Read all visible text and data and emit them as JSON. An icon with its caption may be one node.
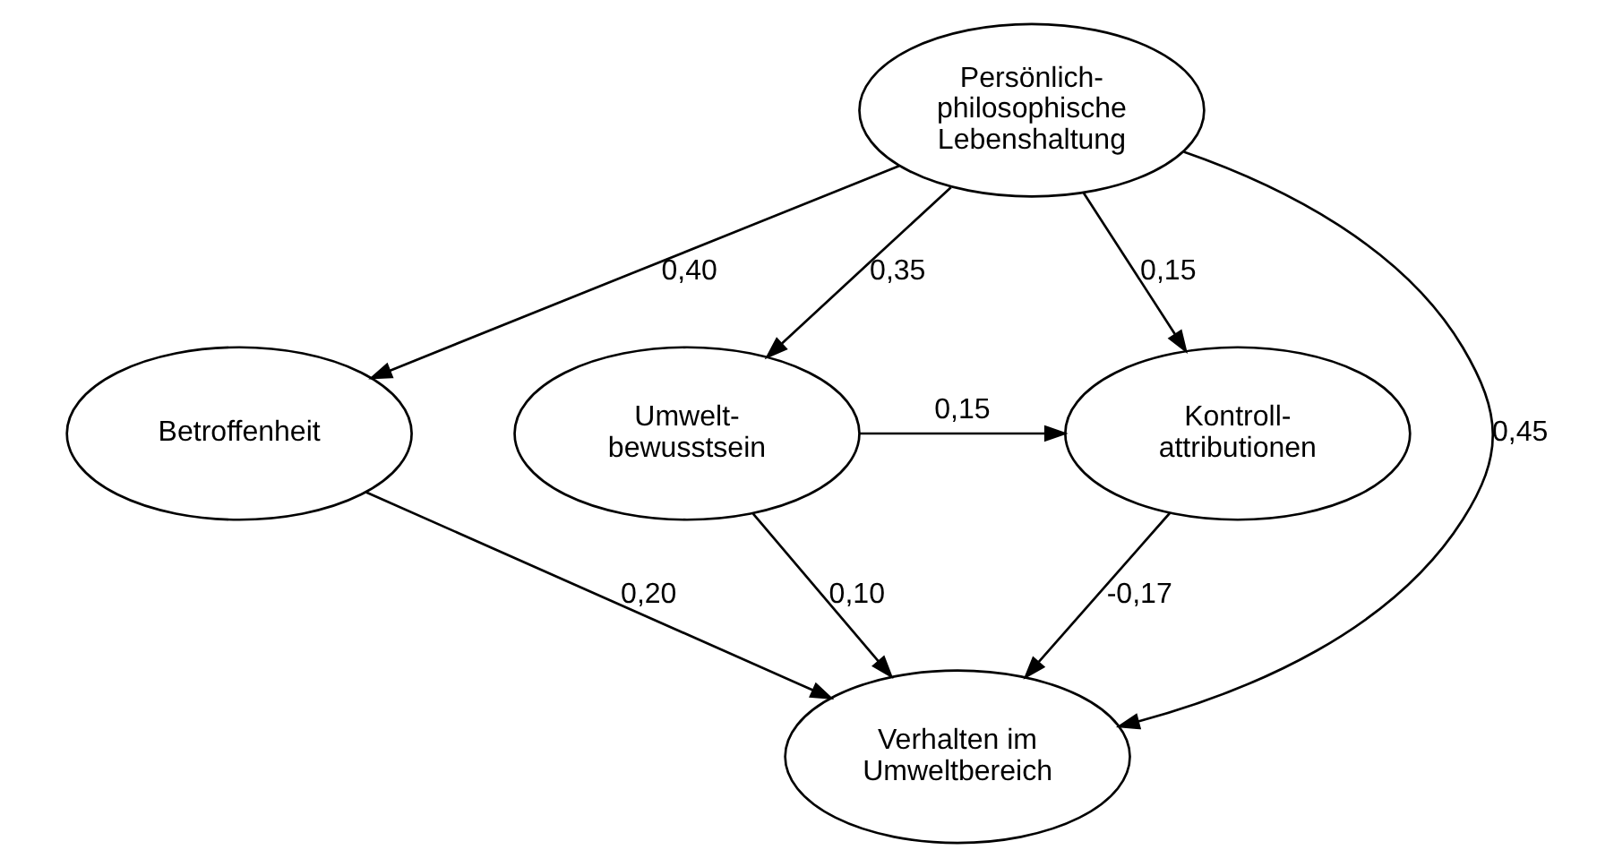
{
  "diagram": {
    "nodes": [
      {
        "text": [
          "Persönlich-philosophische Lebenshaltung"
        ]
      },
      {
        "text": [
          "Betroffenheit"
        ]
      },
      {
        "text": [
          "Umwelt-bewusstsein"
        ]
      },
      {
        "text": [
          "Kontroll-attributionen"
        ]
      },
      {
        "text": [
          "Verhalten im Umweltbereich"
        ]
      }
    ],
    "edges": [
      {
        "from": 0,
        "to": 1,
        "arrow": "to",
        "label": "0,40"
      },
      {
        "from": 0,
        "to": 4,
        "arrow": "to",
        "label": "0,45"
      },
      {
        "from": 0,
        "to": 2,
        "arrow": "to",
        "label": "0,35"
      },
      {
        "from": 0,
        "to": 3,
        "arrow": "to",
        "label": "0,15"
      },
      {
        "from": 2,
        "to": 3,
        "arrow": "to",
        "label": "0,15"
      },
      {
        "from": 2,
        "to": 4,
        "arrow": "to",
        "label": "0,10"
      },
      {
        "from": 1,
        "to": 4,
        "arrow": "to",
        "label": "0,20"
      },
      {
        "from": 3,
        "to": 4,
        "arrow": "to",
        "label": "-0,17"
      }
    ]
  }
}
